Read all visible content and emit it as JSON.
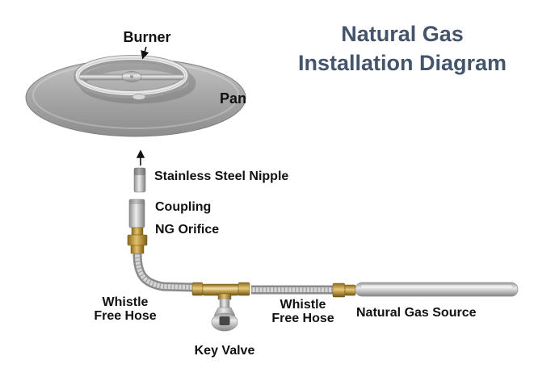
{
  "title": {
    "line1": "Natural Gas",
    "line2": "Installation Diagram"
  },
  "labels": {
    "burner": "Burner",
    "pan": "Pan",
    "nipple": "Stainless Steel Nipple",
    "coupling": "Coupling",
    "orifice": "NG Orifice",
    "whistle_left": {
      "line1": "Whistle",
      "line2": "Free Hose"
    },
    "whistle_right": {
      "line1": "Whistle",
      "line2": "Free Hose"
    },
    "key_valve": "Key Valve",
    "gas_source": "Natural Gas Source"
  },
  "colors": {
    "title": "#44546a",
    "label": "#111111",
    "brass": "#c49a3c",
    "steel": "#c0c0c0",
    "background": "#ffffff"
  }
}
